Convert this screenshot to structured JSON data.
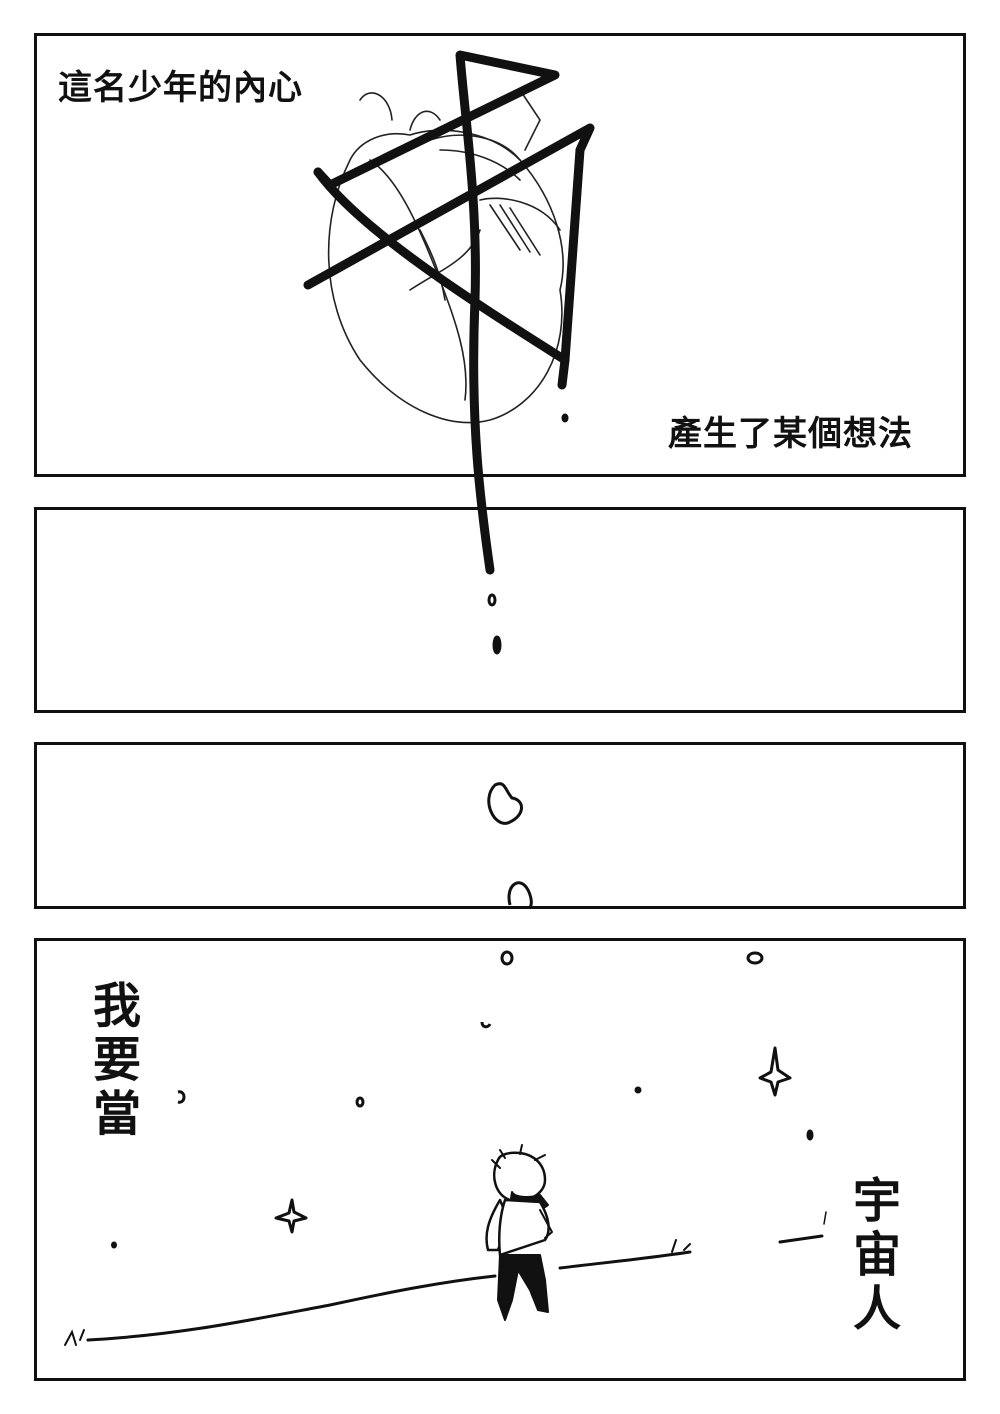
{
  "panels": {
    "p1": {
      "caption_top": "這名少年的內心",
      "caption_bottom": "產生了某個想法"
    },
    "p4": {
      "left_vertical": "我要當",
      "right_vertical": "宇宙人"
    }
  },
  "colors": {
    "ink": "#111111",
    "paper": "#ffffff"
  }
}
